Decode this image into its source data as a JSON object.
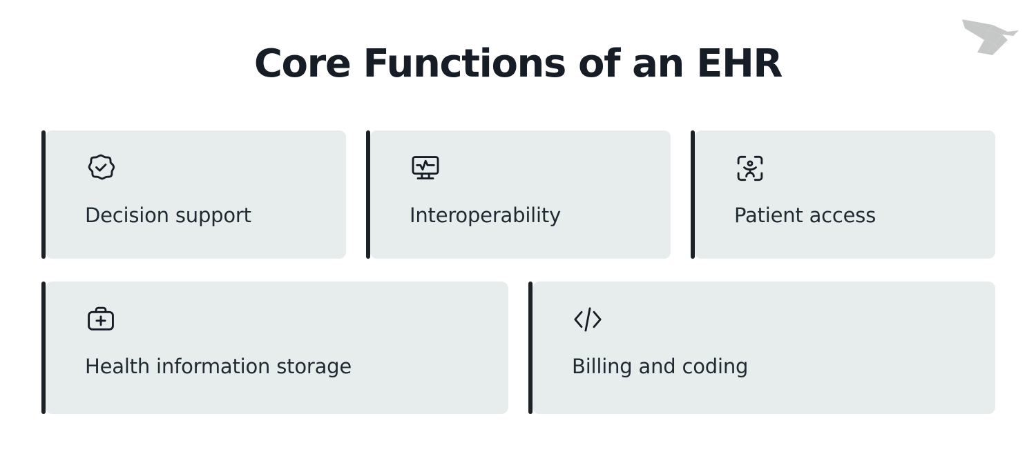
{
  "page": {
    "title": "Core Functions of an EHR",
    "background_color": "#ffffff",
    "title_color": "#161d26"
  },
  "logo": {
    "name": "origami-bird-logo",
    "color": "#c6c8c8"
  },
  "theme": {
    "card_background": "#e6edec",
    "card_accent_bar": "#1b2228",
    "card_text": "#202a33",
    "icon_color": "#161d26"
  },
  "cards": [
    {
      "label": "Decision support",
      "icon": "badge-check-icon",
      "row": 1,
      "column": 1
    },
    {
      "label": "Interoperability",
      "icon": "monitor-heartbeat-icon",
      "row": 1,
      "column": 2
    },
    {
      "label": "Patient access",
      "icon": "person-scan-icon",
      "row": 1,
      "column": 3
    },
    {
      "label": "Health information storage",
      "icon": "medical-briefcase-icon",
      "row": 2,
      "column": 1
    },
    {
      "label": "Billing and coding",
      "icon": "code-brackets-icon",
      "row": 2,
      "column": 2
    }
  ]
}
